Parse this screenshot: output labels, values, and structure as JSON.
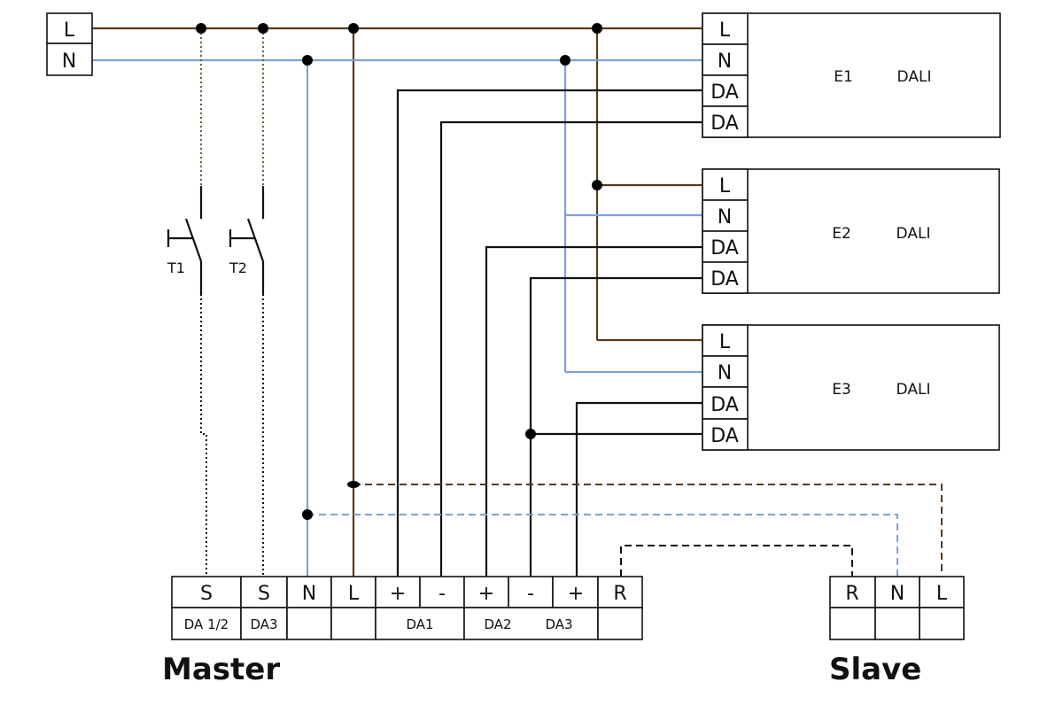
{
  "supply": {
    "l_label": "L",
    "n_label": "N"
  },
  "ecg_units": [
    {
      "name": "E1",
      "type": "DALI",
      "terminals": [
        "L",
        "N",
        "DA",
        "DA"
      ]
    },
    {
      "name": "E2",
      "type": "DALI",
      "terminals": [
        "L",
        "N",
        "DA",
        "DA"
      ]
    },
    {
      "name": "E3",
      "type": "DALI",
      "terminals": [
        "L",
        "N",
        "DA",
        "DA"
      ]
    }
  ],
  "switches": [
    {
      "label": "T1"
    },
    {
      "label": "T2"
    }
  ],
  "master": {
    "title": "Master",
    "terminals": [
      "S",
      "S",
      "N",
      "L",
      "+",
      "-",
      "+",
      "-",
      "+",
      "R"
    ],
    "channels": [
      "DA 1/2",
      "DA3",
      "DA1",
      "DA2",
      "DA3"
    ]
  },
  "slave": {
    "title": "Slave",
    "terminals": [
      "R",
      "N",
      "L"
    ]
  },
  "colors": {
    "live": "#5a3a1a",
    "neutral": "#7fa0d8",
    "dali_bus": "#111111",
    "switch_wire": "#7a5a30"
  }
}
